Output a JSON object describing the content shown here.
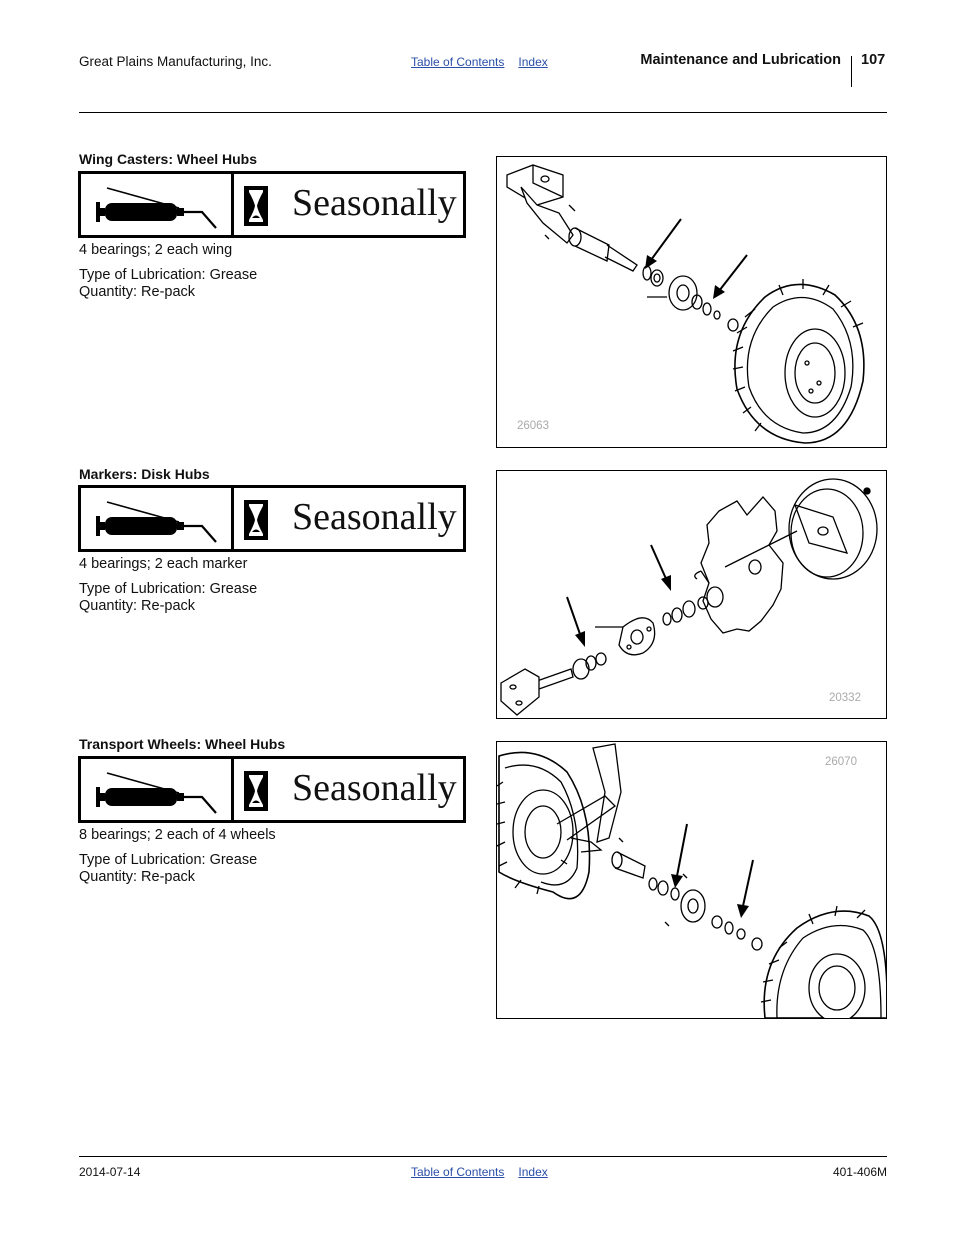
{
  "header": {
    "company": "Great Plains Manufacturing, Inc.",
    "toc_link": "Table of Contents",
    "index_link": "Index",
    "section": "Maintenance and Lubrication",
    "page_number": "107"
  },
  "sections": [
    {
      "title": "Wing Casters: Wheel Hubs",
      "interval": "Seasonally",
      "bearings": "4 bearings; 2 each wing",
      "lube_type": "Type of Lubrication: Grease",
      "quantity": "Quantity: Re-pack",
      "figure_number": "26063"
    },
    {
      "title": "Markers: Disk Hubs",
      "interval": "Seasonally",
      "bearings": "4 bearings; 2 each marker",
      "lube_type": "Type of Lubrication: Grease",
      "quantity": "Quantity: Re-pack",
      "figure_number": "20332"
    },
    {
      "title": "Transport Wheels: Wheel Hubs",
      "interval": "Seasonally",
      "bearings": "8 bearings; 2 each of 4 wheels",
      "lube_type": "Type of Lubrication: Grease",
      "quantity": "Quantity: Re-pack",
      "figure_number": "26070"
    }
  ],
  "icons": {
    "lube": "grease-gun-icon",
    "interval": "hourglass-icon"
  },
  "footer": {
    "date": "2014-07-14",
    "toc_link": "Table of Contents",
    "index_link": "Index",
    "doc_number": "401-406M"
  },
  "colors": {
    "link": "#2a4fa8",
    "figure_number": "#aaaaaa"
  }
}
